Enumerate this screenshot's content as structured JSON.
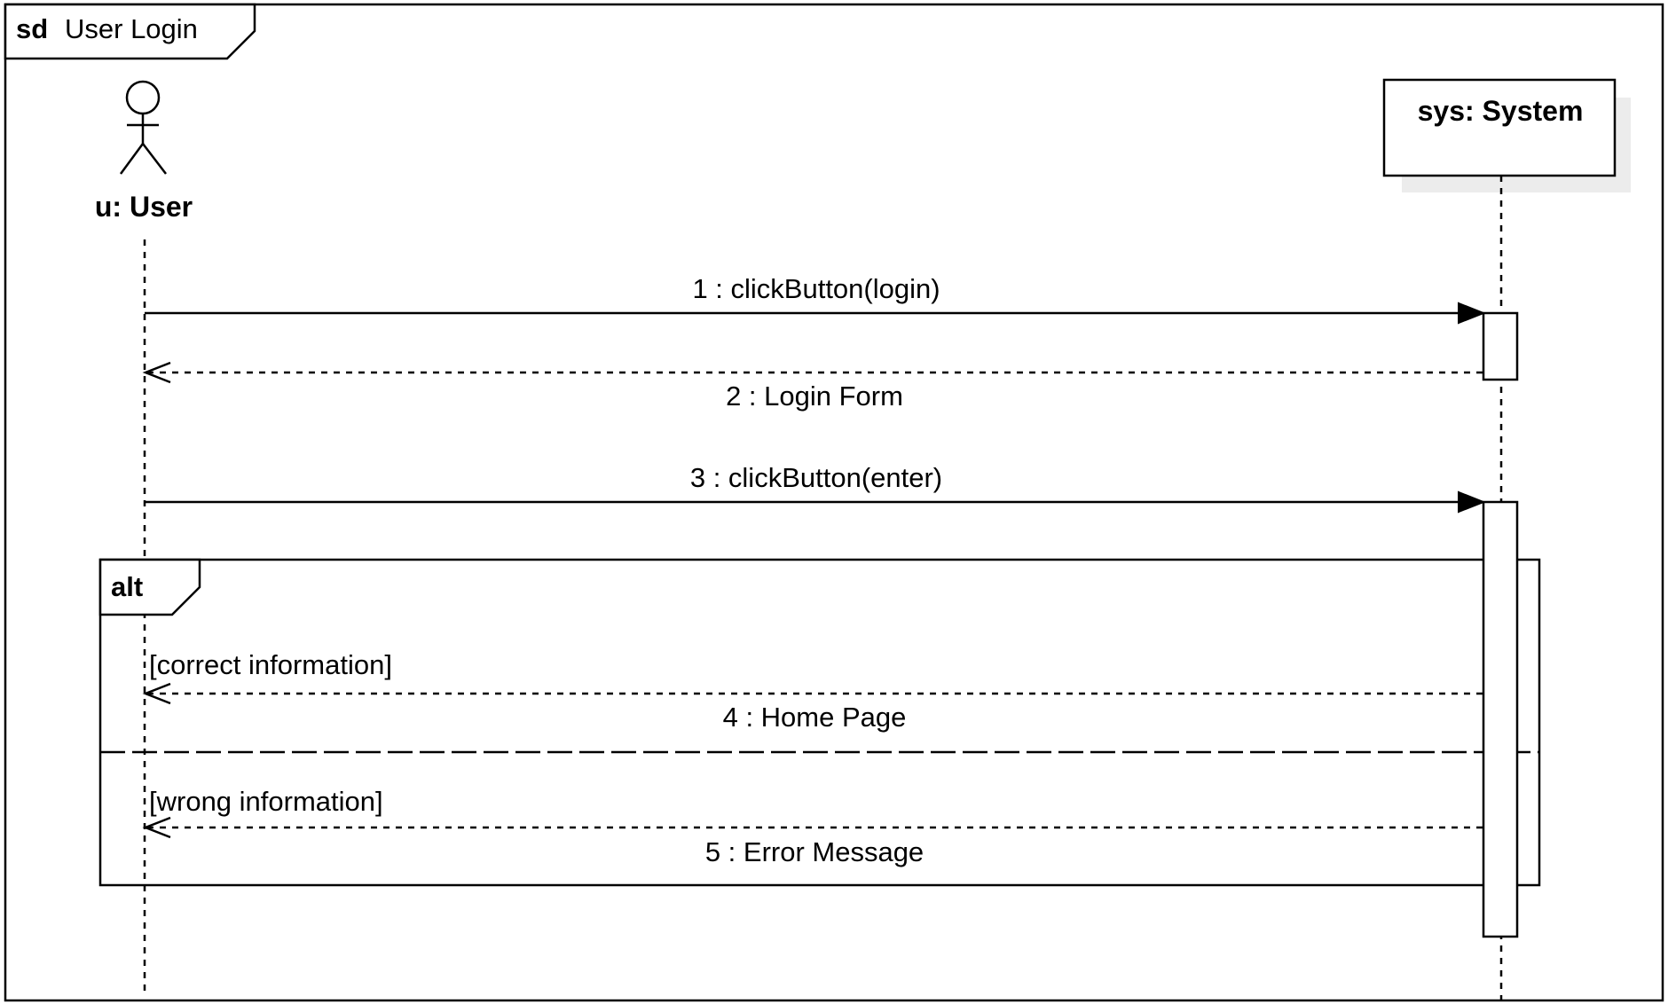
{
  "frame": {
    "keyword": "sd",
    "name": "User Login"
  },
  "lifelines": {
    "user": {
      "label": "u: User"
    },
    "system": {
      "label": "sys: System"
    }
  },
  "messages": [
    {
      "label": "1 : clickButton(login)",
      "kind": "sync"
    },
    {
      "label": "2 : Login Form",
      "kind": "reply"
    },
    {
      "label": "3 : clickButton(enter)",
      "kind": "sync"
    },
    {
      "label": "4 : Home Page",
      "kind": "reply"
    },
    {
      "label": "5 : Error Message",
      "kind": "reply"
    }
  ],
  "fragment": {
    "operator": "alt",
    "guards": [
      "[correct information]",
      "[wrong information]"
    ]
  }
}
